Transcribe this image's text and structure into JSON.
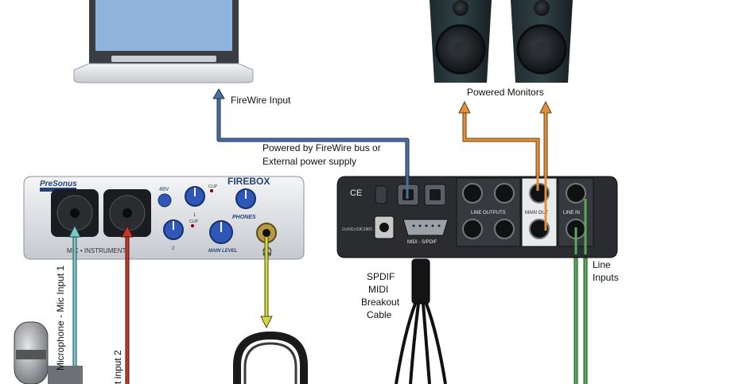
{
  "labels": {
    "firewire_input": "FireWire Input",
    "powered_monitors": "Powered Monitors",
    "power_line1": "Powered by FireWire bus or",
    "power_line2": "External power supply",
    "spdif_line1": "SPDIF",
    "spdif_line2": "MIDI",
    "spdif_line3": "Breakout",
    "spdif_line4": "Cable",
    "line_inputs_line1": "Line",
    "line_inputs_line2": "Inputs",
    "mic_input1": "Microphone - Mic Input 1",
    "input2": "t input 2"
  },
  "front_panel": {
    "brand": "PreSonus",
    "model": "FIREBOX",
    "phantom": "48V",
    "mic_instrument": "MIC • INSTRUMENT",
    "phones": "PHONES",
    "main_level": "MAIN LEVEL",
    "clip1": "CLIP",
    "clip2": "CLIP",
    "knob1": "1",
    "knob2": "2"
  },
  "rear_panel": {
    "ce": "CE",
    "line_outputs": "LINE OUTPUTS",
    "main_out": "MAIN OUT",
    "line_in": "LINE IN",
    "midi_spdif": "MIDI - S/PDIF",
    "power_spec": "12 to 24 VDC or 15 VAC 10 WATTS"
  },
  "colors": {
    "firewire_cable": "#4a6fa5",
    "monitor_cable": "#e0903a",
    "mic_cable": "#7cc8c8",
    "input2_cable": "#c0392b",
    "phones_cable": "#d6d640",
    "line_in_cable": "#5aa95a"
  }
}
